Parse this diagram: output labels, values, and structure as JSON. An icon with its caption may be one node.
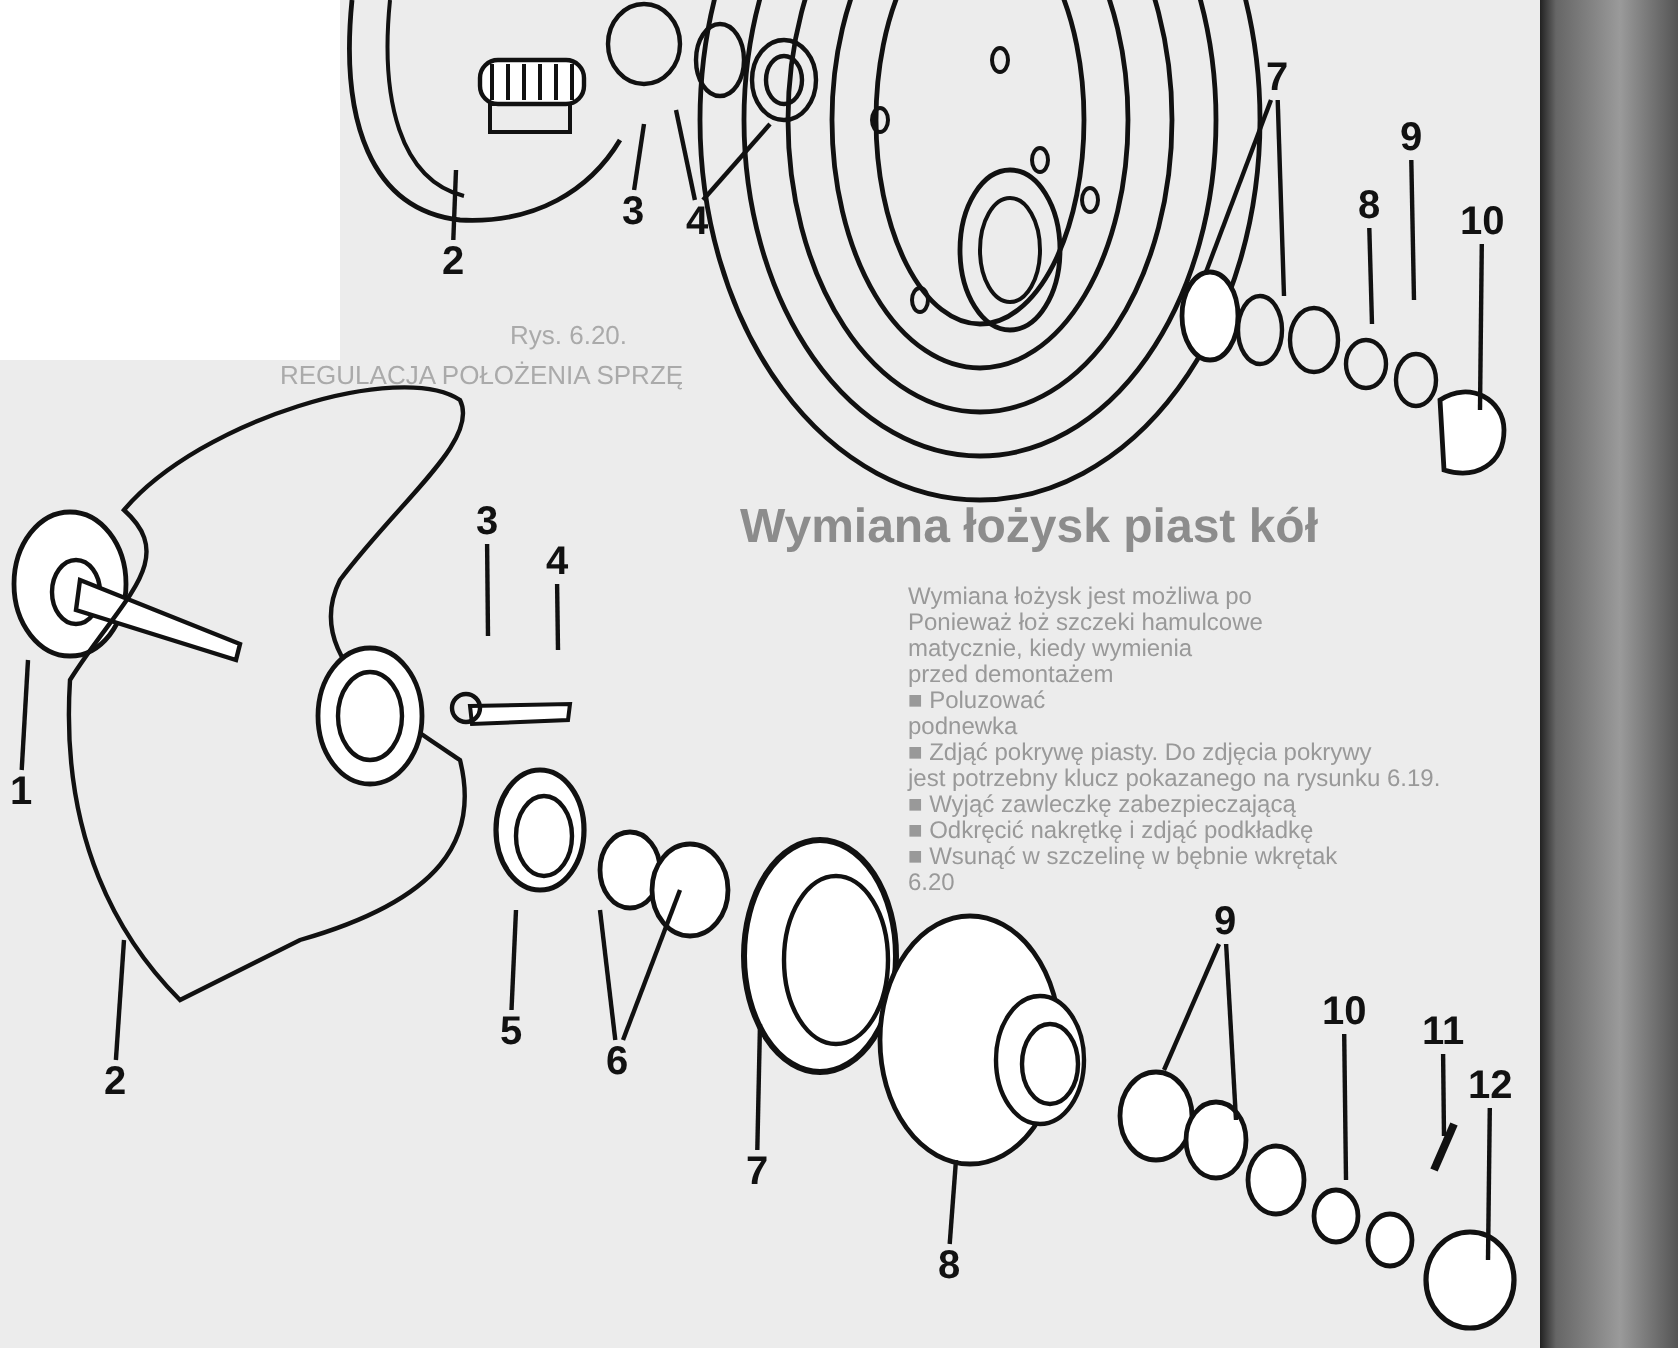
{
  "diagram": {
    "nodes": [
      {
        "text": [
          "2"
        ]
      },
      {
        "text": [
          "3"
        ]
      },
      {
        "text": [
          "4"
        ]
      },
      {
        "text": [
          "7"
        ]
      },
      {
        "text": [
          "9"
        ]
      },
      {
        "text": [
          "8"
        ]
      },
      {
        "text": [
          "10"
        ]
      },
      {
        "text": [
          "3"
        ]
      },
      {
        "text": [
          "4"
        ]
      },
      {
        "text": [
          "1"
        ]
      },
      {
        "text": [
          "5"
        ]
      },
      {
        "text": [
          "6"
        ]
      },
      {
        "text": [
          "2"
        ]
      },
      {
        "text": [
          "7"
        ]
      },
      {
        "text": [
          "9"
        ]
      },
      {
        "text": [
          "10"
        ]
      },
      {
        "text": [
          "11"
        ]
      },
      {
        "text": [
          "12"
        ]
      },
      {
        "text": [
          "8"
        ]
      }
    ],
    "edges": [
      {
        "from": 0,
        "to": null,
        "arrow": "none"
      },
      {
        "from": 1,
        "to": null,
        "arrow": "none"
      },
      {
        "from": 2,
        "to": null,
        "arrow": "none"
      },
      {
        "from": 2,
        "to": null,
        "arrow": "none"
      },
      {
        "from": 3,
        "to": null,
        "arrow": "none"
      },
      {
        "from": 3,
        "to": null,
        "arrow": "none"
      },
      {
        "from": 4,
        "to": null,
        "arrow": "none"
      },
      {
        "from": 5,
        "to": null,
        "arrow": "none"
      },
      {
        "from": 6,
        "to": null,
        "arrow": "none"
      },
      {
        "from": 7,
        "to": null,
        "arrow": "none"
      },
      {
        "from": 8,
        "to": null,
        "arrow": "none"
      },
      {
        "from": 9,
        "to": null,
        "arrow": "none"
      },
      {
        "from": 10,
        "to": null,
        "arrow": "none"
      },
      {
        "from": 11,
        "to": null,
        "arrow": "none"
      },
      {
        "from": 11,
        "to": null,
        "arrow": "none"
      },
      {
        "from": 12,
        "to": null,
        "arrow": "none"
      },
      {
        "from": 13,
        "to": null,
        "arrow": "none"
      },
      {
        "from": 18,
        "to": null,
        "arrow": "none"
      },
      {
        "from": 14,
        "to": null,
        "arrow": "none"
      },
      {
        "from": 14,
        "to": null,
        "arrow": "none"
      },
      {
        "from": 15,
        "to": null,
        "arrow": "none"
      },
      {
        "from": 16,
        "to": null,
        "arrow": "none"
      },
      {
        "from": 17,
        "to": null,
        "arrow": "none"
      }
    ],
    "labels": [
      "Rys. 6.20.",
      "REGULACJA POŁOŻENIA SPRZĘ",
      "Wymiana łożysk piast kół",
      "Wymiana łożysk jest możliwa po",
      "Ponieważ łoż szczeki hamulcowe",
      "matycznie, kiedy wymienia",
      "przed demontażem",
      "■ Poluzować",
      "podnewka",
      "■ Zdjąć pokrywę piasty. Do zdjęcia pokrywy",
      "jest potrzebny klucz pokazanego na rysunku 6.19.",
      "■ Wyjąć zawleczkę zabezpieczającą",
      "■ Odkręcić nakrętkę i zdjąć podkładkę",
      "■ Wsunąć w szczelinę w bębnie wkrętak",
      "6.20"
    ]
  }
}
